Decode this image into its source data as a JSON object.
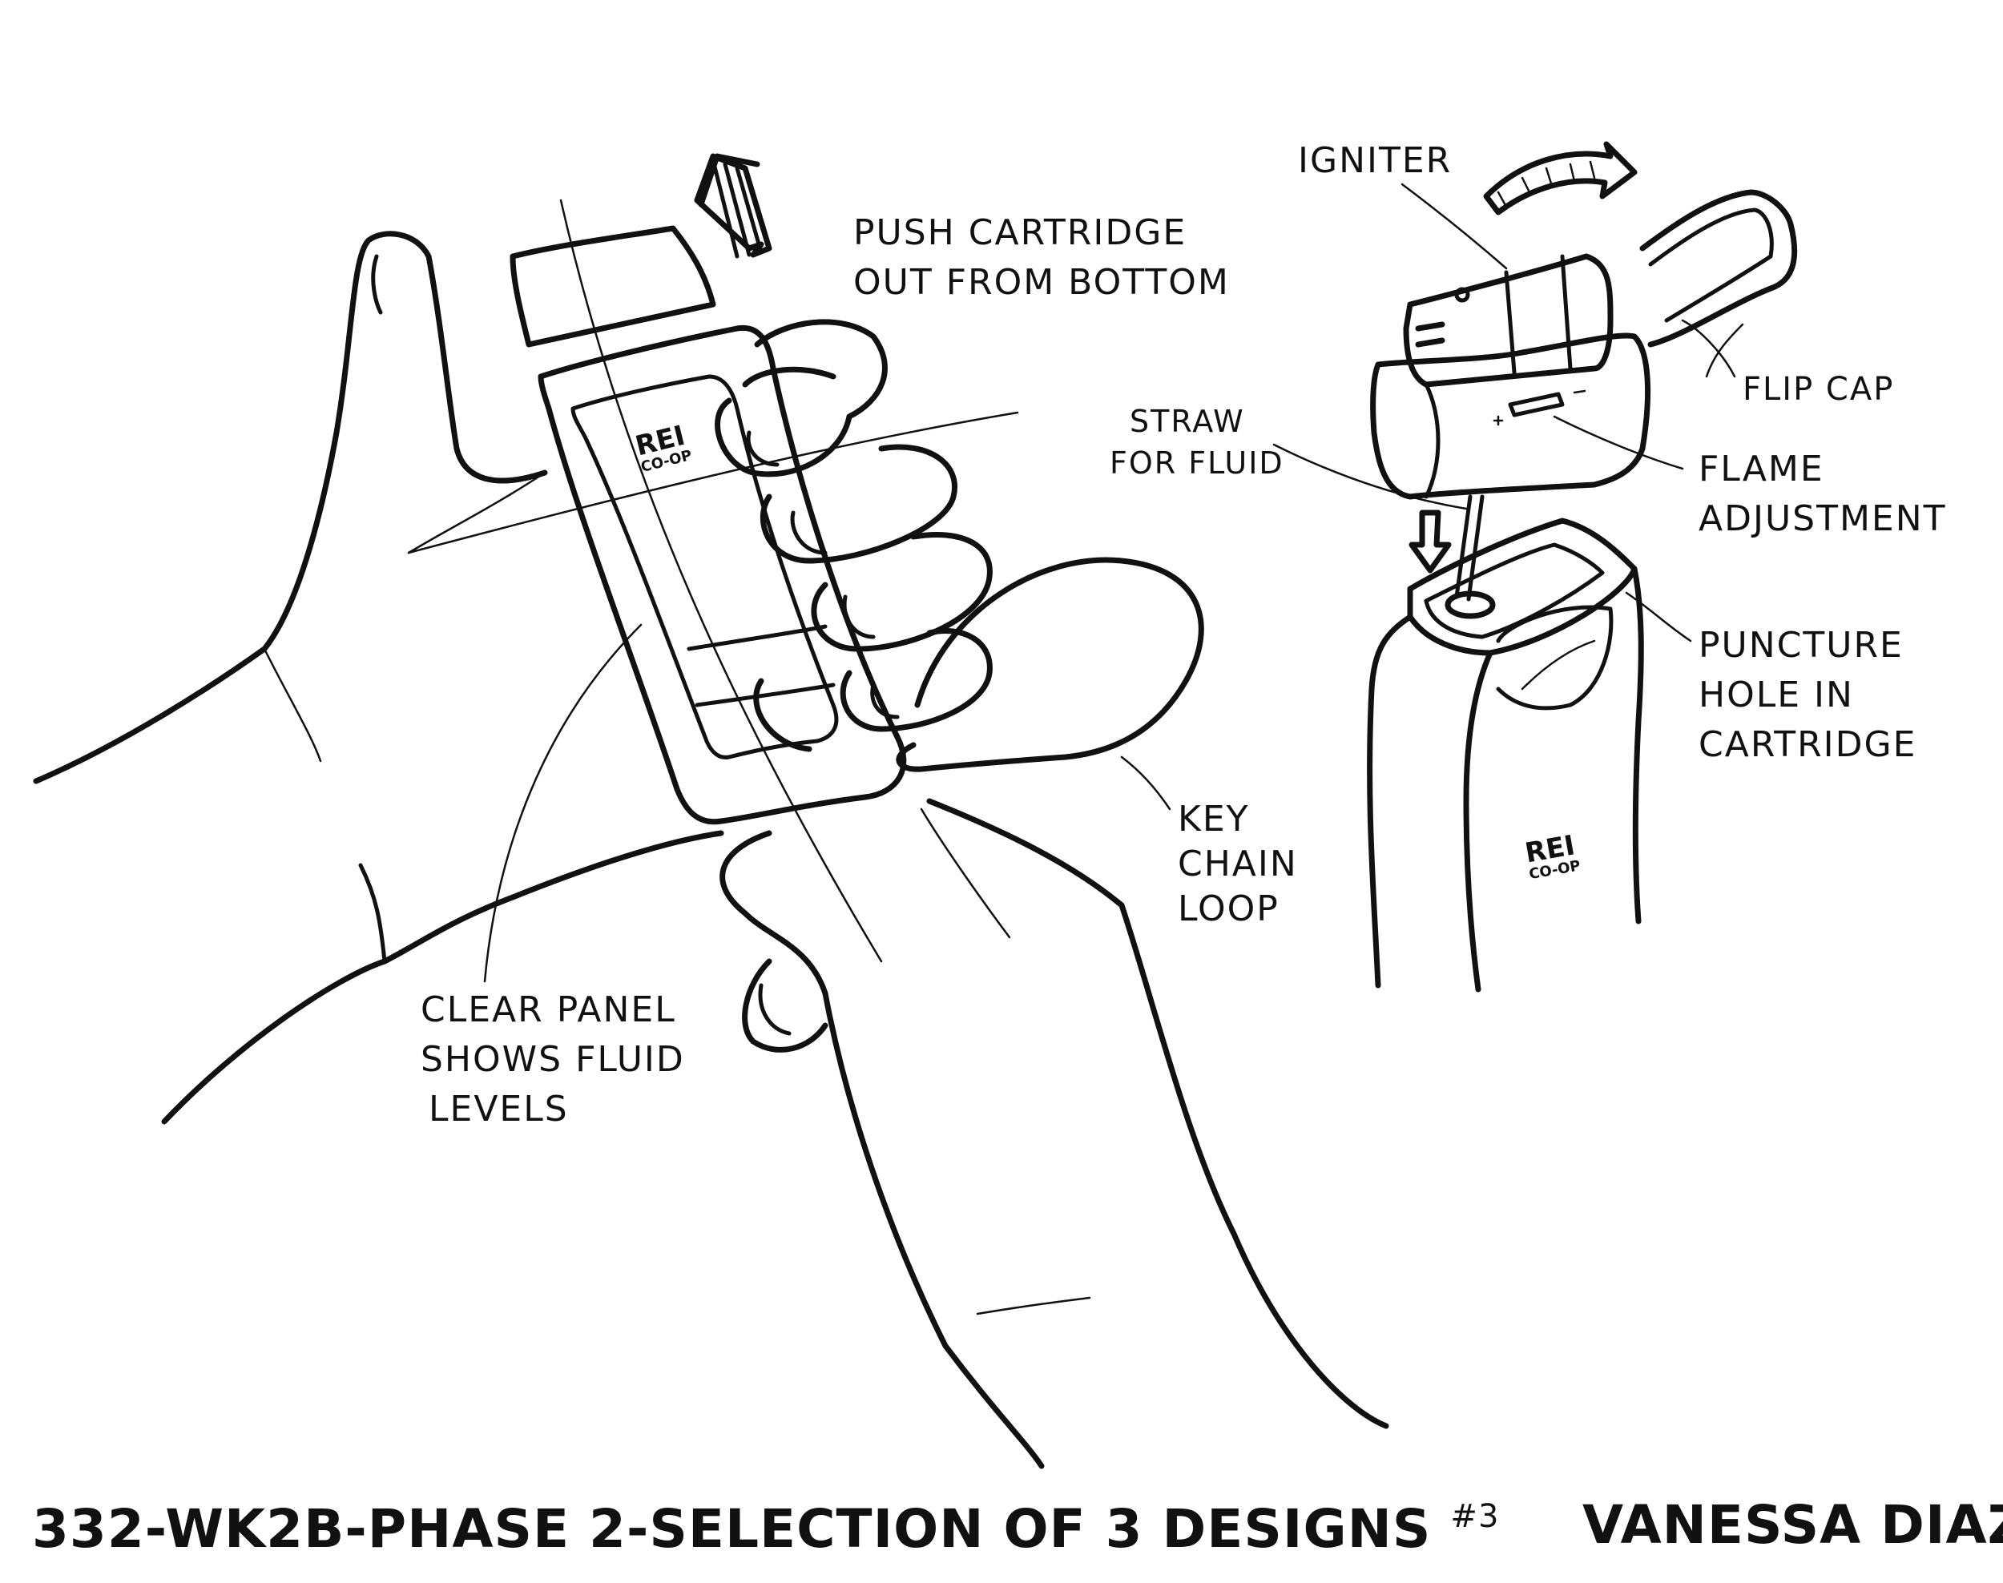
{
  "labels": {
    "push_cartridge": [
      "PUSH CARTRIDGE",
      "OUT FROM BOTTOM"
    ],
    "igniter": "IGNITER",
    "straw": [
      "STRAW",
      "FOR FLUID"
    ],
    "flip_cap": "FLIP CAP",
    "flame_adjustment": [
      "FLAME",
      "ADJUSTMENT"
    ],
    "puncture_hole": [
      "PUNCTURE",
      "HOLE IN",
      "CARTRIDGE"
    ],
    "key_chain": [
      "KEY",
      "CHAIN",
      "LOOP"
    ],
    "clear_panel": [
      "CLEAR PANEL",
      "SHOWS FLUID",
      "LEVELS"
    ]
  },
  "logo": {
    "main": "REI",
    "sub": "CO-OP"
  },
  "footer": {
    "title": "332-WK2B-PHASE 2-SELECTION OF 3 DESIGNS",
    "number": "#3",
    "author": "VANESSA DIAZ"
  }
}
